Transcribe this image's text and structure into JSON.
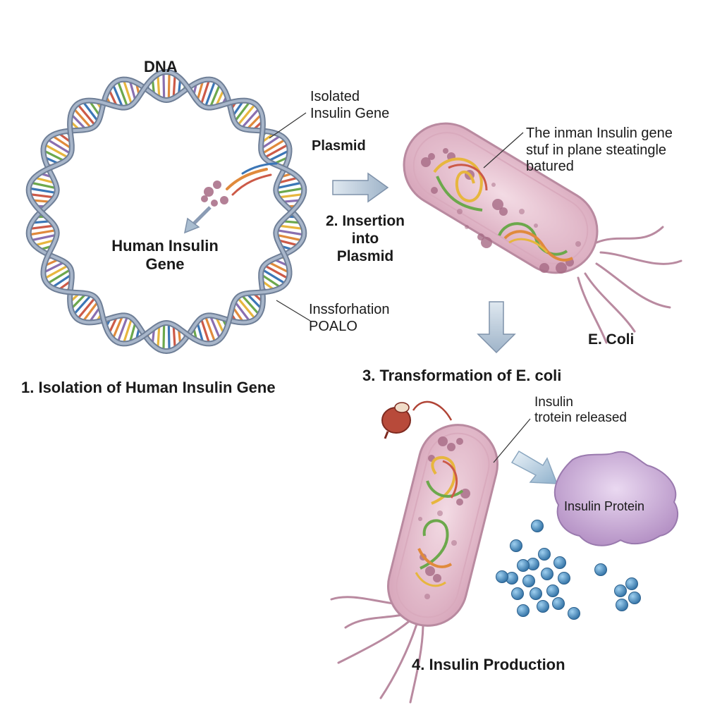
{
  "colors": {
    "backbone": "#8a9bb4",
    "cell_fill": "#e9c9d6",
    "cell_stroke": "#b98aa0",
    "inclusion": "#a66a84",
    "protein": "#bea2cc",
    "bead": "#3c82b8",
    "arrow_fill": "#a9bdd0",
    "base_colors": [
      "#cc5a48",
      "#3b76b6",
      "#6ca84c",
      "#e7b63e",
      "#8a6fb0",
      "#e08a3c"
    ]
  },
  "labels": {
    "dna": "DNA",
    "isolated_gene": "Isolated\nInsulin Gene",
    "plasmid": "Plasmid",
    "human_gene": "Human Insulin\nGene",
    "inssforhation": "Inssforhation\nPOALO",
    "step1": "1. Isolation of Human Insulin Gene",
    "step2": "2. Insertion\ninto\nPlasmid",
    "gene_note": "The inman Insulin gene\nstuf in plane steatingle\nbatured",
    "ecoli": "E. Coli",
    "step3": "3. Transformation of E. coli",
    "released": "Insulin\ntrotein released",
    "protein": "Insulin Protein",
    "step4": "4. Insulin Production"
  },
  "icons": {
    "arrow_right": "block-arrow-right-icon",
    "arrow_down": "block-arrow-down-icon",
    "arrow_release": "release-arrow-icon"
  }
}
